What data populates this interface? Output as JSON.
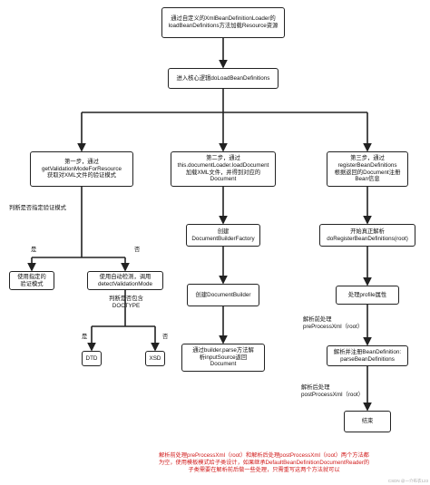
{
  "nodes": {
    "n_start": "通过自定义的XmlBeanDefinitionLoader的\nloadBeanDefinitions方法加载Resource资源",
    "n_core": "进入核心逻辑doLoadBeanDefinitions",
    "n_step1": "第一步，通过\ngetValidationModeForResource\n获取对XML文件的验证模式",
    "n_step2": "第二步，通过\nthis.documentLoader.loadDocument\n加载XML文件，并得到对应的\nDocument",
    "n_step3": "第三步，通过\nregisterBeanDefinitions\n根据返回的Document注册\nBean信息",
    "n_specified": "使用指定的\n验证模式",
    "n_auto": "使用自动检测，调用\ndetectValidationMode",
    "n_dtd": "DTD",
    "n_xsd": "XSD",
    "n_factory": "创建\nDocumentBuilderFactory",
    "n_builder": "创建DocumentBuilder",
    "n_parse": "通过builder.parse方法解\n析inputSource返回\nDocument",
    "n_do_register": "开始真正解析\ndoRegisterBeanDefinitions(root)",
    "n_profile": "处理profile属性",
    "n_parse_bd": "解析并注册BeanDefinition:\nparseBeanDefinitions",
    "n_end": "结束"
  },
  "labels": {
    "l_decide": "判断是否指定验证模式",
    "l_yes1": "是",
    "l_no1": "否",
    "l_doctype": "判断是否包含\nDOCTYPE",
    "l_yes2": "是",
    "l_no2": "否",
    "l_pre": "解析前处理\npreProcessXml（root）",
    "l_post": "解析后处理\npostProcessXml（root）"
  },
  "footer": "解析前处理preProcessXml（root）和解析后处理postProcessXml（root）两个方法都\n为空，使用模板模式给子类设计，如果继承DefaultBeanDefinitionDocumentReader的\n子类需要在解析前后做一些处理，只需重写这两个方法就可以",
  "watermark": "CSDN @一介布衣123",
  "colors": {
    "footer": "#d11a1a",
    "line": "#222222"
  }
}
